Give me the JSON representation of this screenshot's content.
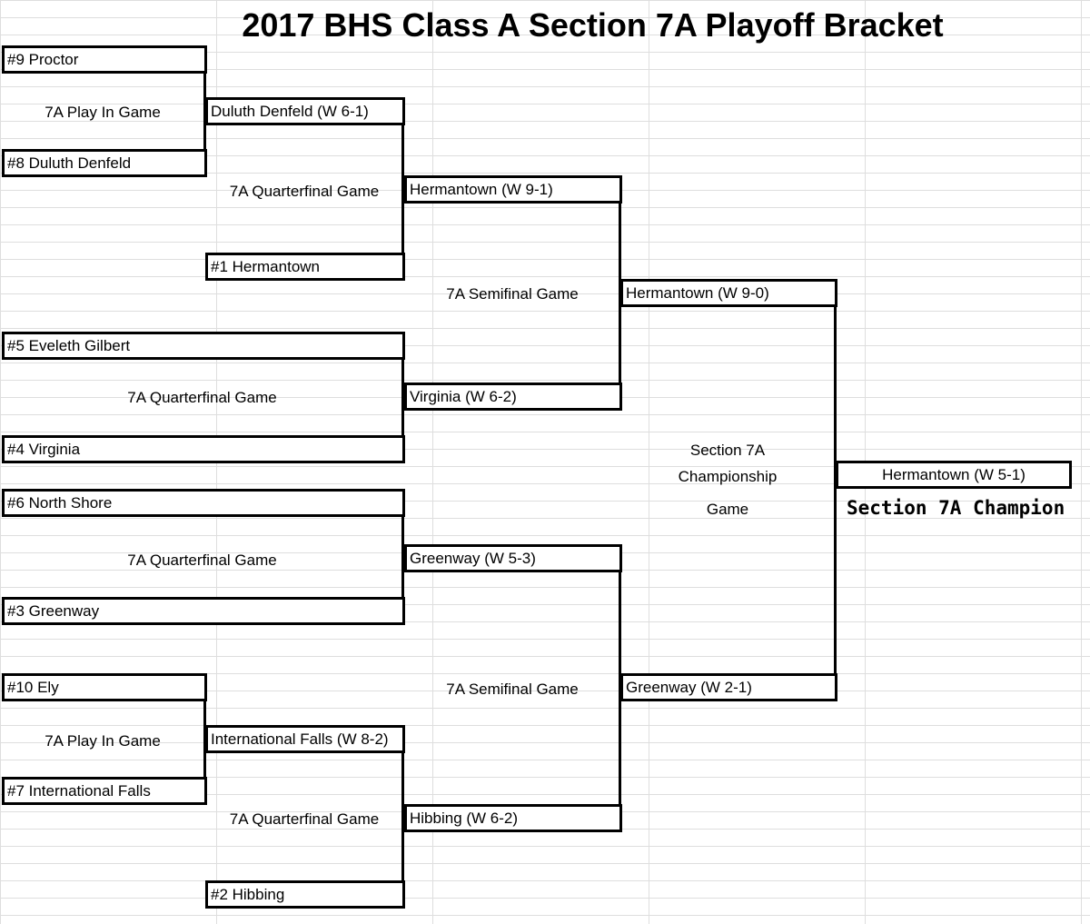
{
  "title": "2017 BHS Class A Section 7A Playoff Bracket",
  "teams": {
    "proctor": "#9 Proctor",
    "duluth_denfeld_seed": "#8 Duluth Denfeld",
    "hermantown_seed": "#1 Hermantown",
    "eveleth_gilbert": "#5 Eveleth Gilbert",
    "virginia_seed": "#4 Virginia",
    "north_shore": "#6 North Shore",
    "greenway_seed": "#3 Greenway",
    "ely": "#10 Ely",
    "international_falls_seed": "#7 International Falls",
    "hibbing_seed": "#2 Hibbing"
  },
  "results": {
    "duluth_denfeld": "Duluth Denfeld (W 6-1)",
    "international_falls": "International Falls (W 8-2)",
    "hermantown_qf": "Hermantown (W 9-1)",
    "virginia_qf": "Virginia (W 6-2)",
    "greenway_qf": "Greenway (W 5-3)",
    "hibbing_qf": "Hibbing (W 6-2)",
    "hermantown_sf": "Hermantown (W 9-0)",
    "greenway_sf": "Greenway (W 2-1)",
    "champion": "Hermantown (W 5-1)"
  },
  "games": {
    "play_in_1": "7A Play In Game",
    "play_in_2": "7A Play In Game",
    "qf_1": "7A Quarterfinal Game",
    "qf_2": "7A Quarterfinal Game",
    "qf_3": "7A Quarterfinal Game",
    "qf_4": "7A Quarterfinal Game",
    "sf_1": "7A Semifinal Game",
    "sf_2": "7A Semifinal Game",
    "championship_line1": "Section 7A",
    "championship_line2": "Championship",
    "championship_line3": "Game"
  },
  "champion_title": "Section 7A Champion"
}
